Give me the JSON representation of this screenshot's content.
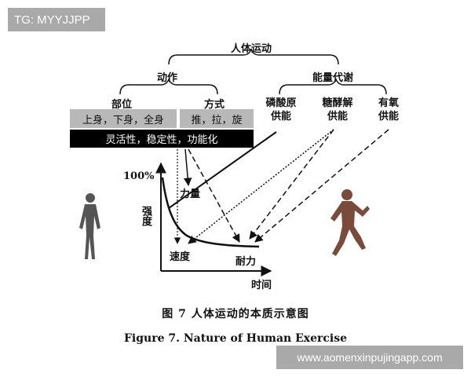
{
  "header": {
    "root": "人体运动",
    "action": "动作",
    "energy": "能量代谢",
    "part": "部位",
    "mode": "方式"
  },
  "boxes": {
    "parts": "上身，下身，全身",
    "modes": "推，拉，旋",
    "qualities": "灵活性，稳定性，功能化"
  },
  "energy_systems": [
    {
      "line1": "磷酸原",
      "line2": "供能"
    },
    {
      "line1": "糖酵解",
      "line2": "供能"
    },
    {
      "line1": "有氧",
      "line2": "供能"
    }
  ],
  "graph": {
    "y_top_label": "100%",
    "y_axis": "强度",
    "x_axis": "时间",
    "force": "力量",
    "speed": "速度",
    "endurance": "耐力"
  },
  "caption": {
    "cn": "图 7   人体运动的本质示意图",
    "en": "Figure 7.    Nature of Human Exercise"
  },
  "overlay": {
    "tag": "TG: MYYJJPP",
    "watermark": "www.aomenxinpujingapp.com"
  }
}
